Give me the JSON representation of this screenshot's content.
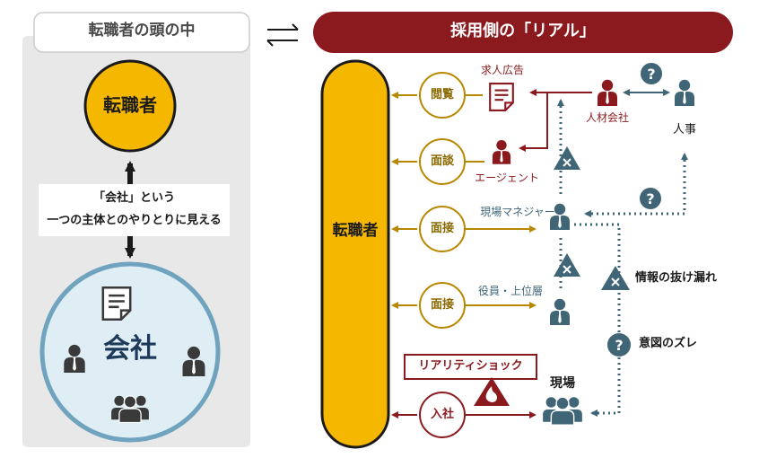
{
  "left_panel": {
    "title": "転職者の頭の中",
    "person_label": "転職者",
    "caption_line1": "「会社」という",
    "caption_line2": "一つの主体とのやりとりに見える",
    "company_label": "会社"
  },
  "exchange_arrow_icon": "exchange-arrows-icon",
  "right_panel": {
    "title": "採用側の「リアル」",
    "applicant_label": "転職者",
    "steps": [
      {
        "label": "閲覧"
      },
      {
        "label": "面談"
      },
      {
        "label": "面接"
      },
      {
        "label": "面接"
      },
      {
        "label": "入社"
      }
    ],
    "nodes": {
      "job_ad": "求人広告",
      "agent": "エージェント",
      "recruiting_company": "人材会社",
      "hr": "人事",
      "site_manager": "現場マネジャー",
      "executives": "役員・上位層",
      "workplace": "現場"
    },
    "reality_shock": "リアリティショック",
    "info_gap": "情報の抜け漏れ",
    "intent_gap": "意図のズレ"
  },
  "colors": {
    "accent_red": "#8b1a1f",
    "yellow": "#f5b700",
    "teal": "#3f6577",
    "gold_line": "#b88700",
    "light_panel": "#e8e8e8",
    "circle_fill": "#dfeef5",
    "circle_border": "#6fa3be",
    "navy": "#1e3a5a"
  }
}
